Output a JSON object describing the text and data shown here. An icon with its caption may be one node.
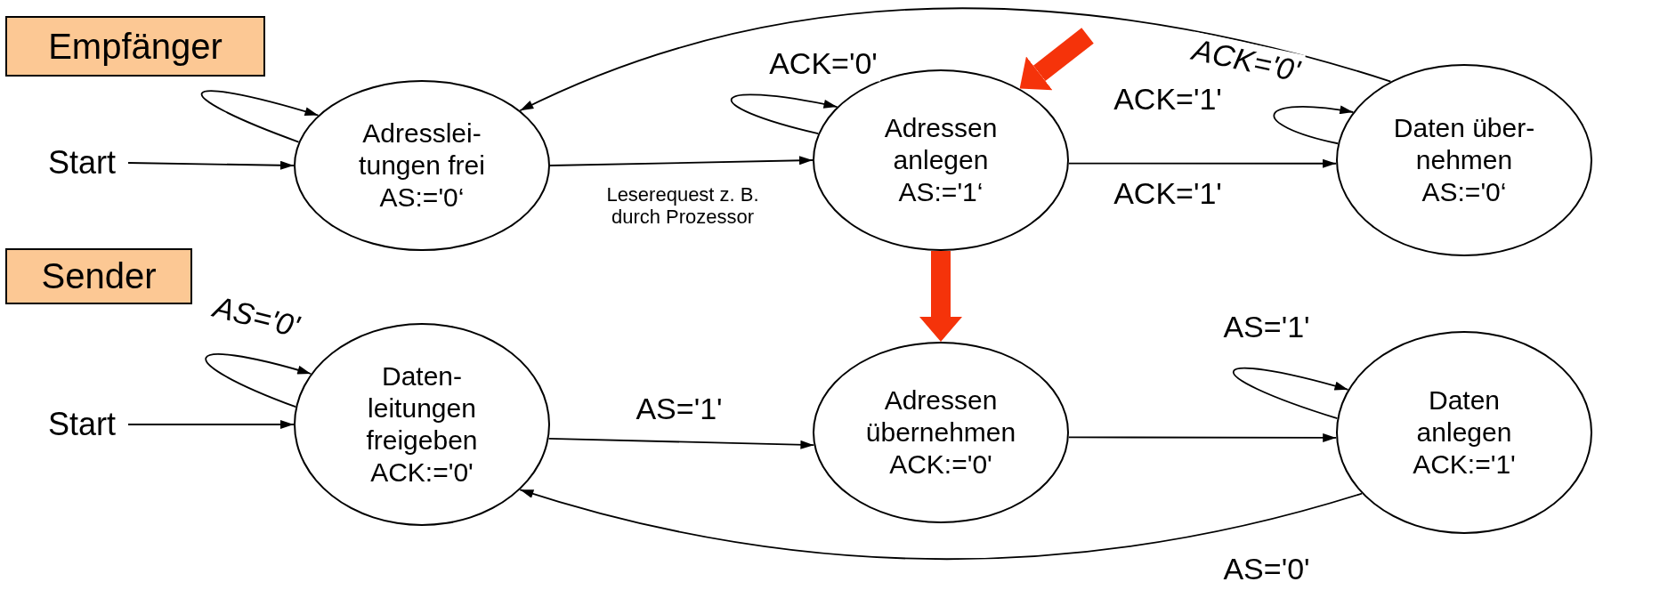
{
  "diagram": {
    "nodes": [
      {
        "text": [
          "Empfänger"
        ]
      },
      {
        "text": [
          "Start"
        ]
      },
      {
        "text": [
          "Adresslei- tungen frei",
          "AS:='0‘"
        ]
      },
      {
        "text": [
          "Adressen anlegen",
          "AS:='1‘"
        ]
      },
      {
        "text": [
          "Daten über- nehmen",
          "AS:='0‘"
        ]
      },
      {
        "text": [
          "Sender"
        ]
      },
      {
        "text": [
          "Start"
        ]
      },
      {
        "text": [
          "Daten- leitungen freigeben",
          "ACK:='0'"
        ]
      },
      {
        "text": [
          "Adressen übernehmen",
          "ACK:='0'"
        ]
      },
      {
        "text": [
          "Daten anlegen",
          "ACK:='1'"
        ]
      }
    ],
    "edges": [
      {
        "from": 1,
        "to": 2,
        "arrow": "to"
      },
      {
        "from": 2,
        "to": 2,
        "arrow": "to"
      },
      {
        "from": 2,
        "to": 3,
        "arrow": "to",
        "label": "Leserequest z. B. durch Prozessor"
      },
      {
        "from": 3,
        "to": 3,
        "arrow": "to",
        "label": "ACK='0'"
      },
      {
        "from": 3,
        "to": 4,
        "arrow": "to",
        "label": "ACK='1'"
      },
      {
        "from": 4,
        "to": 4,
        "arrow": "to",
        "label": "ACK='1'"
      },
      {
        "from": 4,
        "to": 2,
        "arrow": "to",
        "label": "ACK='0'"
      },
      {
        "from": 6,
        "to": 7,
        "arrow": "to"
      },
      {
        "from": 7,
        "to": 7,
        "arrow": "to",
        "label": "AS='0'"
      },
      {
        "from": 7,
        "to": 8,
        "arrow": "to",
        "label": "AS='1'"
      },
      {
        "from": 8,
        "to": 9,
        "arrow": "to"
      },
      {
        "from": 9,
        "to": 9,
        "arrow": "to",
        "label": "AS='1'"
      },
      {
        "from": 9,
        "to": 7,
        "arrow": "to",
        "label": "AS='0'"
      },
      {
        "from": null,
        "to": 3,
        "arrow": "to",
        "style": "thick",
        "color": "#f5330a"
      },
      {
        "from": 3,
        "to": 8,
        "arrow": "to",
        "style": "thick",
        "color": "#f5330a"
      }
    ]
  }
}
